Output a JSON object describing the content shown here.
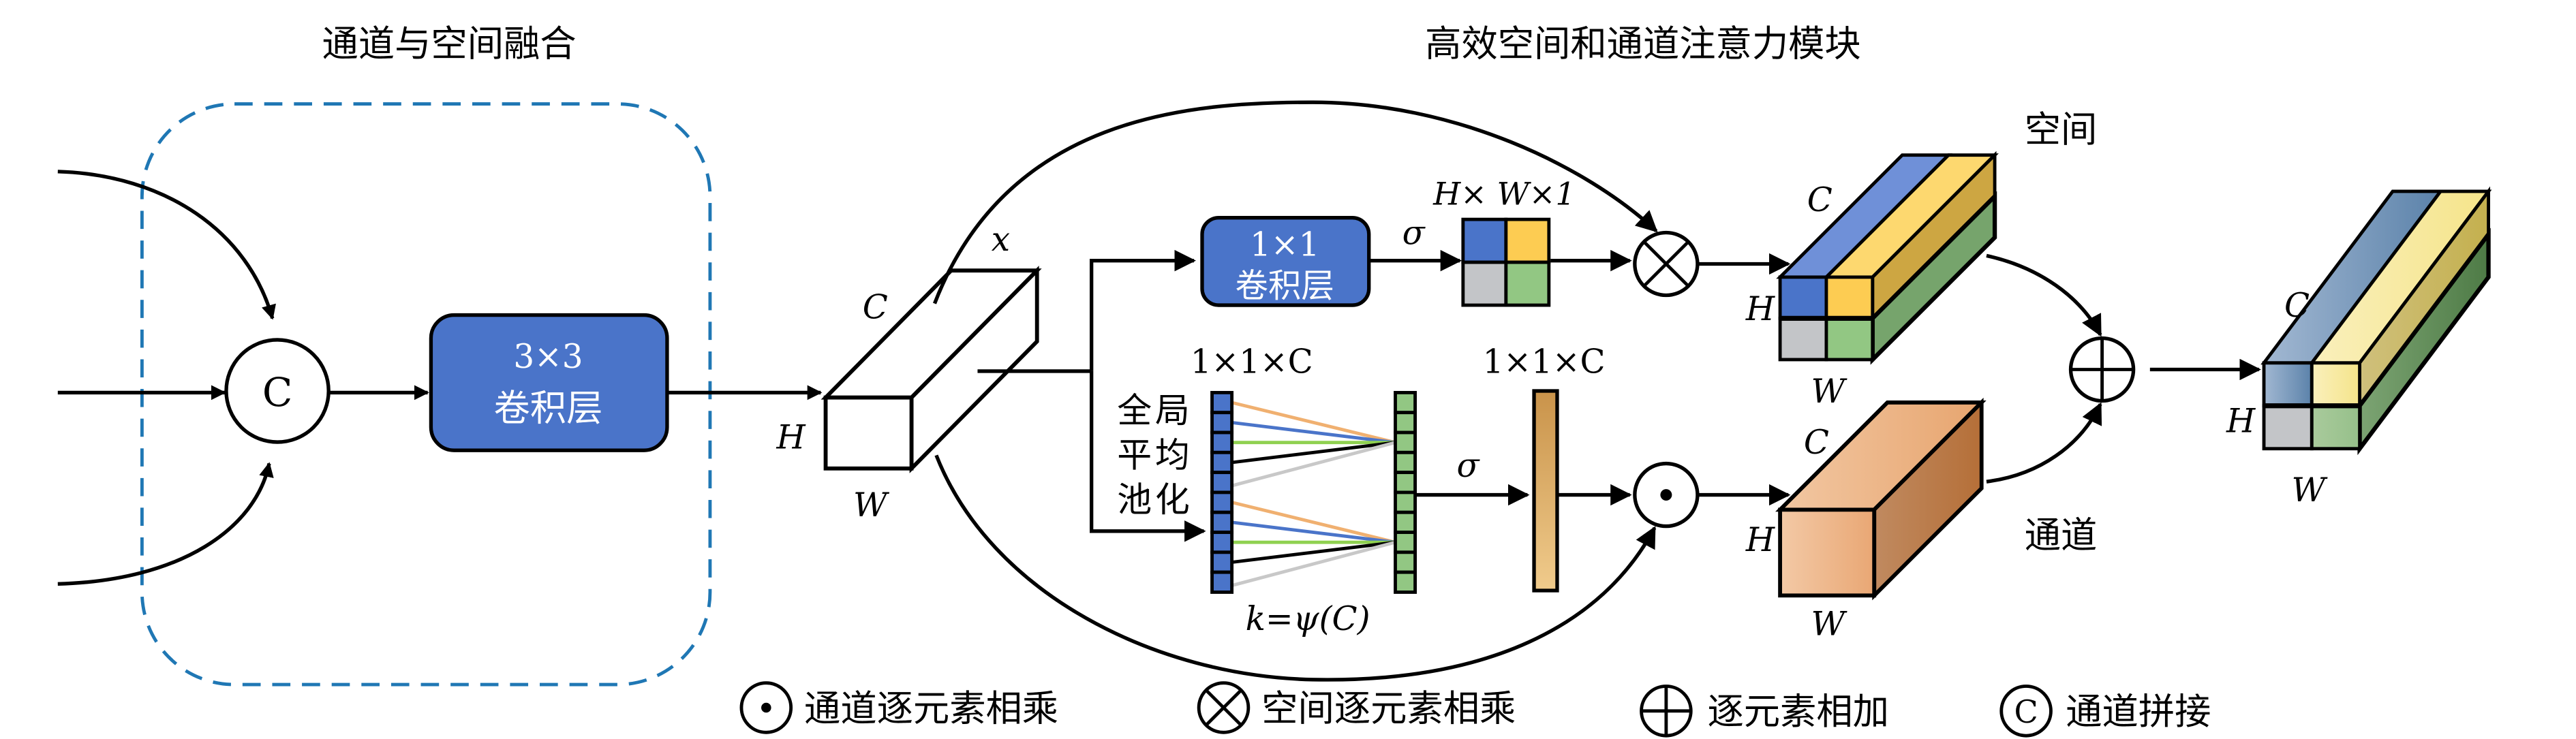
{
  "titles": {
    "fusion": "通道与空间融合",
    "attention": "高效空间和通道注意力模块"
  },
  "fusion_block": {
    "concat_symbol": "C",
    "conv3_line1": "3×3",
    "conv3_line2": "卷积层"
  },
  "input_tensor": {
    "label_x": "x",
    "label_c": "C",
    "label_h": "H",
    "label_w": "W"
  },
  "spatial_branch": {
    "conv1_line1": "1×1",
    "conv1_line2": "卷积层",
    "sigma": "σ",
    "map_dims": "H× W×1",
    "map_colors": [
      "#4a74c9",
      "#fdcc52",
      "#c3c5c8",
      "#92c783"
    ],
    "out_label": "空间",
    "out_c": "C",
    "out_h": "H",
    "out_w": "W"
  },
  "channel_branch": {
    "gap_chars": [
      "全",
      "局",
      "平",
      "均",
      "池",
      "化"
    ],
    "vec_dims_in": "1×1×C",
    "vec_dims_out": "1×1×C",
    "kernel_formula": "k=ψ(C)",
    "sigma": "σ",
    "vector_cells": 10,
    "kernel_colors": [
      "#f0b070",
      "#4a74c9",
      "#8fd150",
      "#000000",
      "#c8c8c8"
    ],
    "out_label": "通道",
    "out_c": "C",
    "out_h": "H",
    "out_w": "W"
  },
  "output_tensor": {
    "label_c": "C",
    "label_h": "H",
    "label_w": "W"
  },
  "legend": [
    {
      "icon": "channel-mul-icon",
      "label": "通道逐元素相乘"
    },
    {
      "icon": "spatial-mul-icon",
      "label": "空间逐元素相乘"
    },
    {
      "icon": "elementwise-add-icon",
      "label": "逐元素相加"
    },
    {
      "icon": "concat-icon",
      "symbol": "C",
      "label": "通道拼接"
    }
  ],
  "colors": {
    "conv_block": "#4a74c9",
    "dashed_border": "#1f77b4",
    "blue_vector": "#4a74c9",
    "green_vector": "#92c783",
    "orange_bar_top": "#c9934a",
    "orange_bar_bottom": "#f0cb8c"
  }
}
